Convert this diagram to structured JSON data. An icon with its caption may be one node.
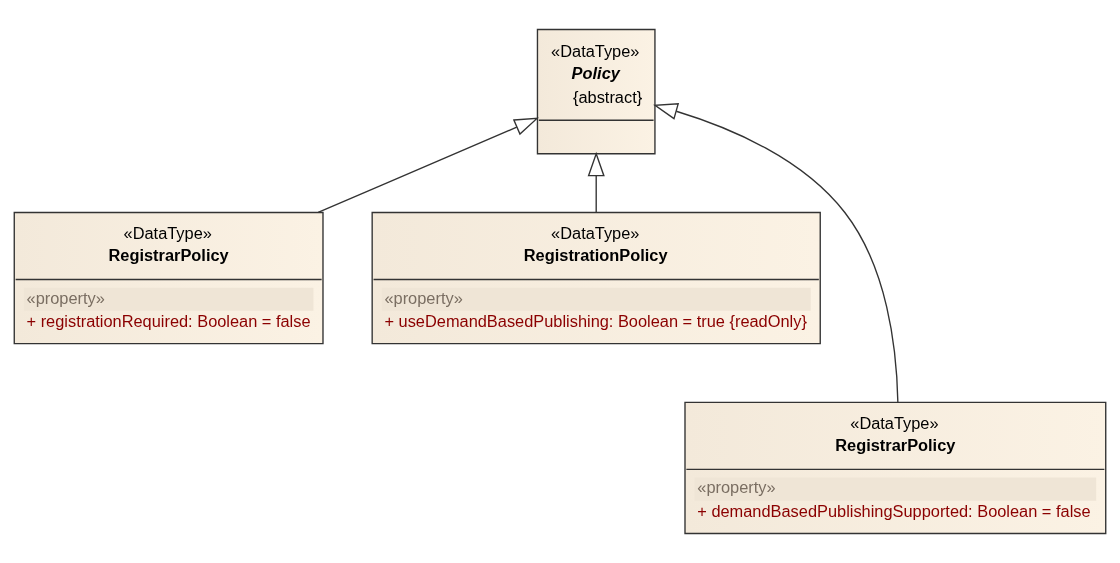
{
  "diagram": {
    "nodes": [
      {
        "text": [
          "«DataType»",
          "Policy",
          "{abstract}"
        ]
      },
      {
        "text": [
          "«DataType»",
          "RegistrarPolicy",
          "«property»",
          "+ registrationRequired: Boolean = false"
        ]
      },
      {
        "text": [
          "«DataType»",
          "RegistrationPolicy",
          "«property»",
          "+ useDemandBasedPublishing: Boolean = true {readOnly}"
        ]
      },
      {
        "text": [
          "«DataType»",
          "RegistrarPolicy",
          "«property»",
          "+ demandBasedPublishingSupported: Boolean = false"
        ]
      }
    ],
    "edges": [
      {
        "from": 1,
        "to": 0,
        "arrow": "to"
      },
      {
        "from": 3,
        "to": 0,
        "arrow": "to"
      },
      {
        "from": 2,
        "to": 0,
        "arrow": "to"
      }
    ]
  }
}
